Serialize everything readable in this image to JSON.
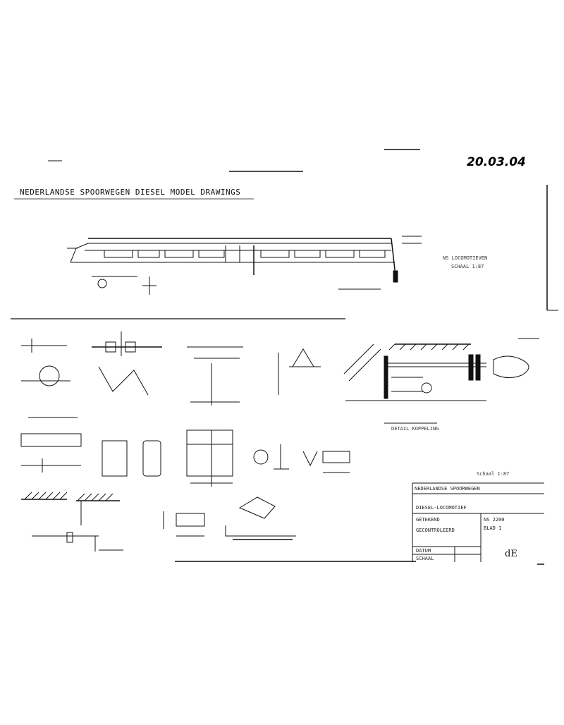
{
  "sheet": {
    "number": "20.03.04",
    "title": "NEDERLANDSE SPOORWEGEN DIESEL MODEL DRAWINGS"
  },
  "notes": {
    "side_note_1": "NS LOCOMOTIEVEN",
    "side_note_2": "SCHAAL 1:87",
    "scale_label": "Schaal 1:87",
    "detail_caption": "DETAIL KOPPELING"
  },
  "title_block": {
    "heading": "NEDERLANDSE SPOORWEGEN",
    "subheading": "DIESEL-LOCOMOTIEF",
    "row_1_left": "GETEKEND",
    "row_1_right": "NS 2200",
    "row_2_left": "GECONTROLEERD",
    "row_2_right": "BLAD 1",
    "row_3_left": "DATUM",
    "row_4_left": "SCHAAL",
    "mark": "dE"
  }
}
